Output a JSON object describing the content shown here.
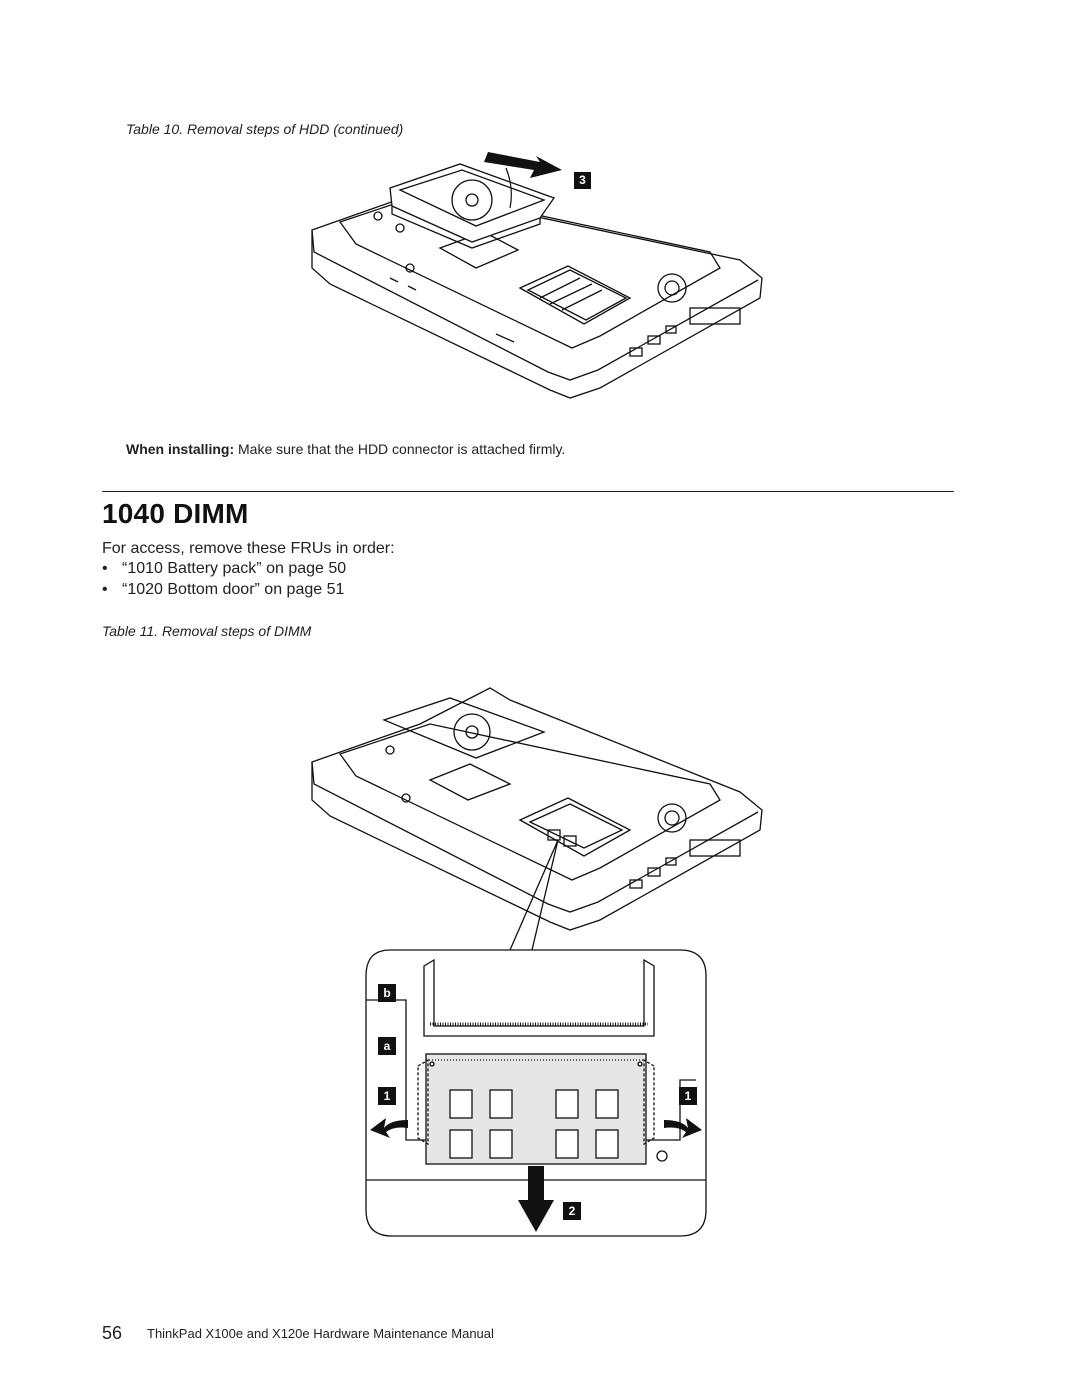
{
  "figure1": {
    "caption": "Table 10. Removal steps of HDD (continued)",
    "step_label": "3"
  },
  "install_note": {
    "lead": "When installing:",
    "text": "Make sure that the HDD connector is attached firmly."
  },
  "section": {
    "title": "1040 DIMM",
    "intro": "For access, remove these FRUs in order:",
    "prereqs": [
      "“1010 Battery pack” on page 50",
      "“1020 Bottom door” on page 51"
    ]
  },
  "figure2": {
    "caption": "Table 11. Removal steps of DIMM",
    "labels": {
      "b": "b",
      "a": "a",
      "one_left": "1",
      "one_right": "1",
      "two": "2"
    }
  },
  "footer": {
    "page_number": "56",
    "title": "ThinkPad X100e and X120e Hardware Maintenance Manual"
  }
}
